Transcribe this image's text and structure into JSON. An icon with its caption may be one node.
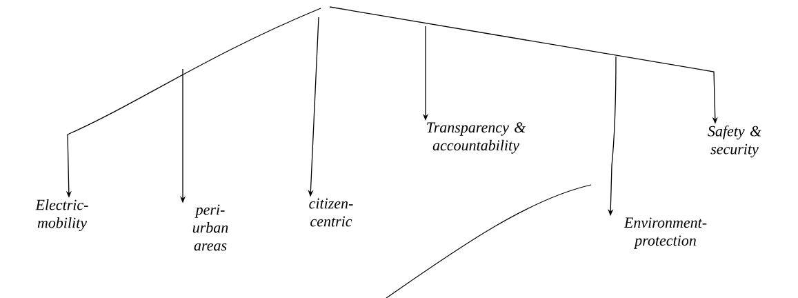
{
  "diagram": {
    "nodes": [
      {
        "text": [
          "Electric- mobility"
        ]
      },
      {
        "text": [
          "peri- urban areas"
        ]
      },
      {
        "text": [
          "citizen- centric"
        ]
      },
      {
        "text": [
          "Transparency & accountability"
        ]
      },
      {
        "text": [
          "Environment- protection"
        ]
      },
      {
        "text": [
          "Safety & security"
        ]
      }
    ],
    "edges": [
      {
        "from": null,
        "to": 0,
        "arrow": "to"
      },
      {
        "from": null,
        "to": 1,
        "arrow": "to"
      },
      {
        "from": null,
        "to": 2,
        "arrow": "to"
      },
      {
        "from": null,
        "to": 3,
        "arrow": "to"
      },
      {
        "from": null,
        "to": 4,
        "arrow": "to"
      },
      {
        "from": null,
        "to": 5,
        "arrow": "to"
      }
    ]
  }
}
